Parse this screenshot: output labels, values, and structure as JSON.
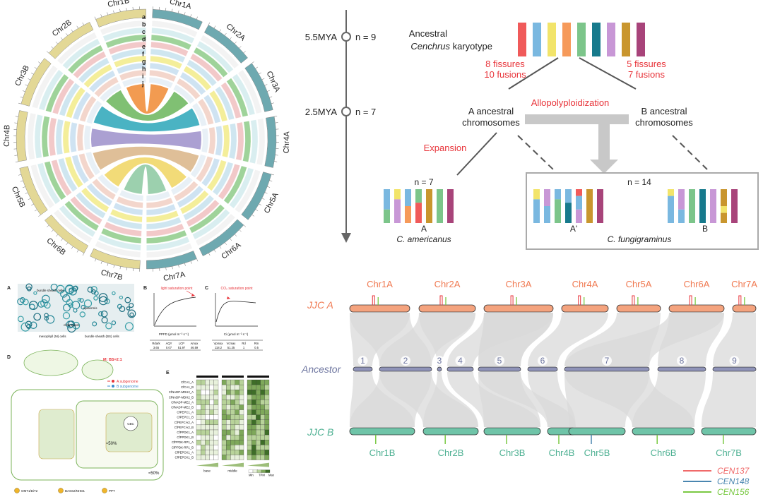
{
  "colors": {
    "red": "#e8343a",
    "teal": "#5fa8a8",
    "sand": "#d8cc82",
    "orange": "#f07a52",
    "slate": "#6e76a0",
    "green": "#5db79a",
    "cen137": "#f06a6a",
    "cen148": "#4a86b0",
    "cen156": "#7ac943"
  },
  "circos": {
    "chromosomes": [
      "Chr1A",
      "Chr2A",
      "Chr3A",
      "Chr4A",
      "Chr5A",
      "Chr6A",
      "Chr7A",
      "Chr7B",
      "Chr6B",
      "Chr5B",
      "Chr4B",
      "Chr3B",
      "Chr2B",
      "Chr1B"
    ],
    "track_letters": [
      "a",
      "b",
      "c",
      "d",
      "e",
      "f",
      "g",
      "h",
      "i",
      "j"
    ]
  },
  "evolution": {
    "time1": "5.5MYA",
    "n1": "n = 9",
    "time2": "2.5MYA",
    "n2": "n = 7",
    "ancestral_line1": "Ancestral",
    "ancestral_species": "Cenchrus",
    "ancestral_line2": " karyotype",
    "left_events_1": "8 fissures",
    "left_events_2": "10 fusions",
    "right_events_1": "5 fissures",
    "right_events_2": "7 fusions",
    "allo": "Allopolyploidization",
    "a_anc_1": "A ancestral",
    "a_anc_2": "chromosomes",
    "b_anc_1": "B ancestral",
    "b_anc_2": "chromosomes",
    "expansion": "Expansion",
    "n7": "n = 7",
    "n14": "n = 14",
    "label_A": "A",
    "label_Ap": "A'",
    "label_B": "B",
    "sp_americanus": "C. americanus",
    "sp_fungi": "C. fungigraminus"
  },
  "photosynthesis": {
    "panelA": "A",
    "panelB": "B",
    "panelC": "C",
    "panelD": "D",
    "panelE": "E",
    "bundle_sheath": "bundle sheath cells",
    "mesophyll": "mesophyll (M) cells",
    "chloroplast": "chloroplast",
    "bundle_sheath_bs": "bundle sheath (BS) cells",
    "epidermis": "epidermis",
    "light_title": "light saturation point",
    "co2_title": "CO₂ saturation point",
    "ppfd_label": "PPFD (μmol m⁻² s⁻¹)",
    "ci_label": "Ci (μmol m⁻² s⁻¹)",
    "b_table_headers": [
      "Rdark",
      "AQY",
      "LCP",
      "Amax"
    ],
    "b_table_values": [
      "3.65",
      "0.07",
      "51.97",
      "46.59"
    ],
    "c_table_headers": [
      "Vpmax",
      "Vcmax",
      "Rd",
      "Rm"
    ],
    "c_table_values": [
      "118.2",
      "51.25",
      "1",
      "0.5"
    ],
    "ratio": "M: BS=2:1",
    "subgenome_a": "A subgenome",
    "subgenome_b": "B subgenome",
    "pct1": "≈50%",
    "pct2": "≈50%",
    "legend_items": [
      "OMT1/DiT2",
      "BASS2/NHD1",
      "PPT"
    ],
    "heat_genes": [
      "CfCA1_A",
      "CfCA1_B",
      "CfNADP-MDH2_A",
      "CfNADP-MDH2_B",
      "CfNADP-ME2_A",
      "CfNADP-ME2_B",
      "CfPEPC1_A",
      "CfPEPC1_B",
      "CfPEPC-k2_A",
      "CfPEPC-k2_B",
      "CfPPDK1_A",
      "CfPPDK1_B",
      "CfPPDK-RP1_A",
      "CfPPDK-RP1_B",
      "CfPEPCK1_A",
      "CfPEPCK1_B"
    ],
    "heat_groups": [
      "base",
      "middle",
      "tip"
    ],
    "heat_scale": [
      "Min",
      "TPM",
      "Max"
    ]
  },
  "synteny": {
    "top_label": "JJC A",
    "mid_label": "Ancestor",
    "bottom_label": "JJC B",
    "top_chrs": [
      "Chr1A",
      "Chr2A",
      "Chr3A",
      "Chr4A",
      "Chr5A",
      "Chr6A",
      "Chr7A"
    ],
    "ancestor_nums": [
      "1",
      "2",
      "3",
      "4",
      "5",
      "6",
      "7",
      "8",
      "9"
    ],
    "bottom_chrs": [
      "Chr1B",
      "Chr2B",
      "Chr3B",
      "Chr4B",
      "Chr5B",
      "Chr6B",
      "Chr7B"
    ],
    "legend": [
      "CEN137",
      "CEN148",
      "CEN156"
    ]
  }
}
